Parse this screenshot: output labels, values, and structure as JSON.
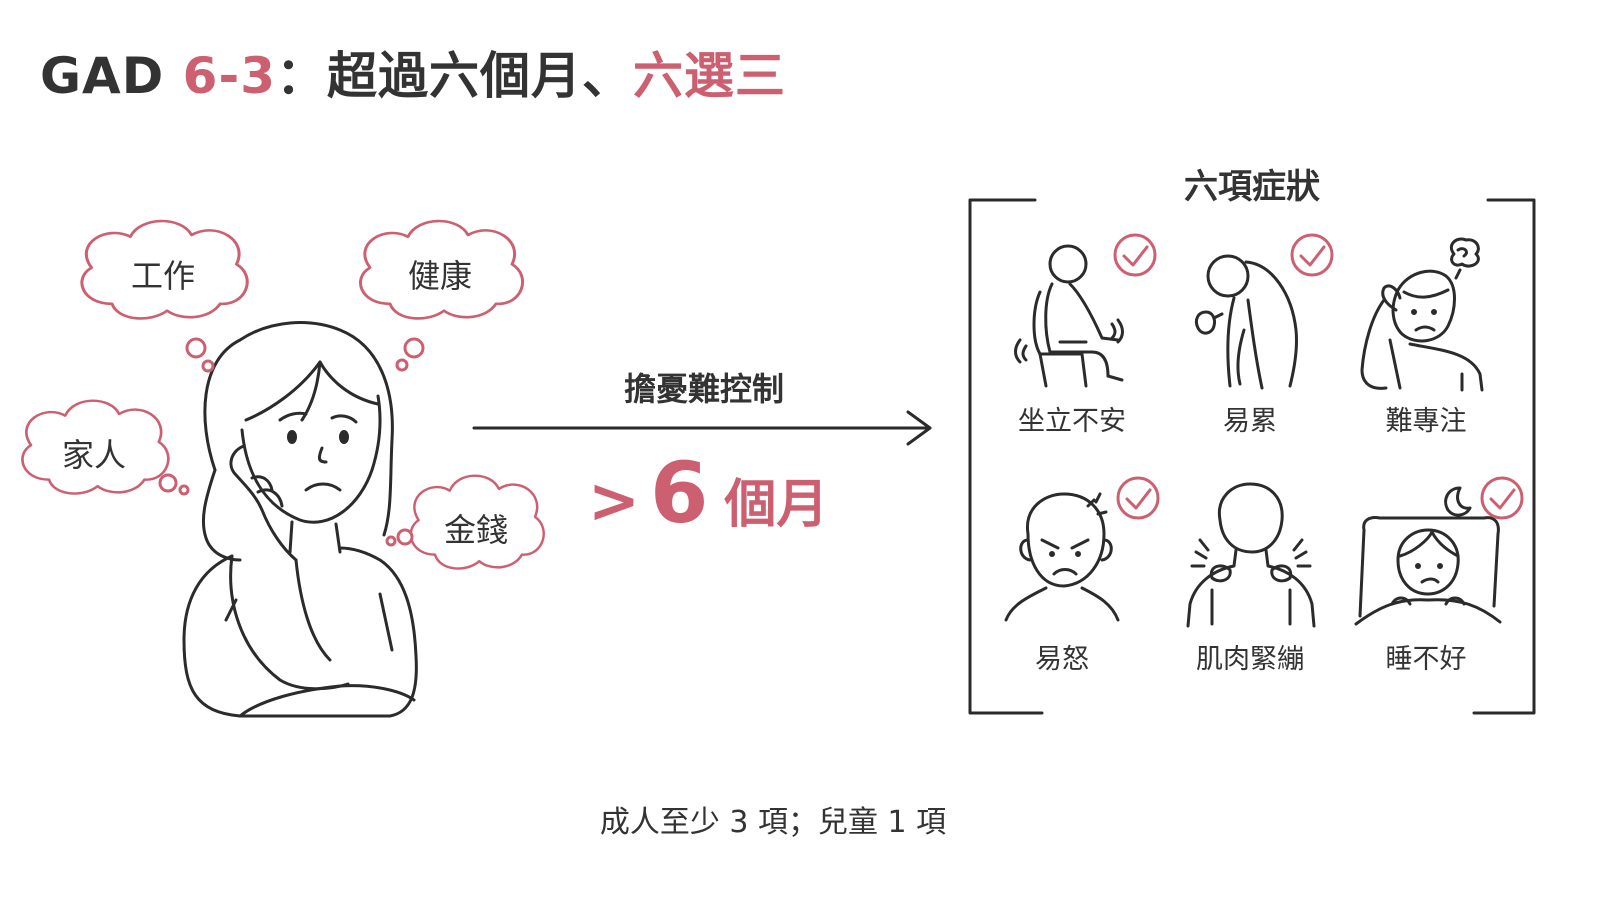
{
  "title": {
    "prefix": "GAD ",
    "code": "6-3",
    "middle": "：超過六個月、",
    "highlight": "六選三"
  },
  "worries": [
    "工作",
    "健康",
    "家人",
    "金錢"
  ],
  "arrow": {
    "label": "擔憂難控制",
    "duration_sign": ">",
    "duration_value": "6",
    "duration_unit": "個月"
  },
  "symptoms": {
    "title": "六項症狀",
    "items": [
      {
        "label": "坐立不安",
        "icon": "restless-person-icon",
        "checked": true
      },
      {
        "label": "易累",
        "icon": "fatigued-person-icon",
        "checked": true
      },
      {
        "label": "難專注",
        "icon": "confused-person-icon",
        "checked": false
      },
      {
        "label": "易怒",
        "icon": "angry-face-icon",
        "checked": true
      },
      {
        "label": "肌肉緊繃",
        "icon": "tense-shoulders-icon",
        "checked": false
      },
      {
        "label": "睡不好",
        "icon": "sleepless-person-icon",
        "checked": true
      }
    ]
  },
  "footnote": "成人至少 3 項；兒童 1 項",
  "colors": {
    "accent": "#cd6070",
    "ink": "#2b2b2b",
    "text": "#333333"
  }
}
